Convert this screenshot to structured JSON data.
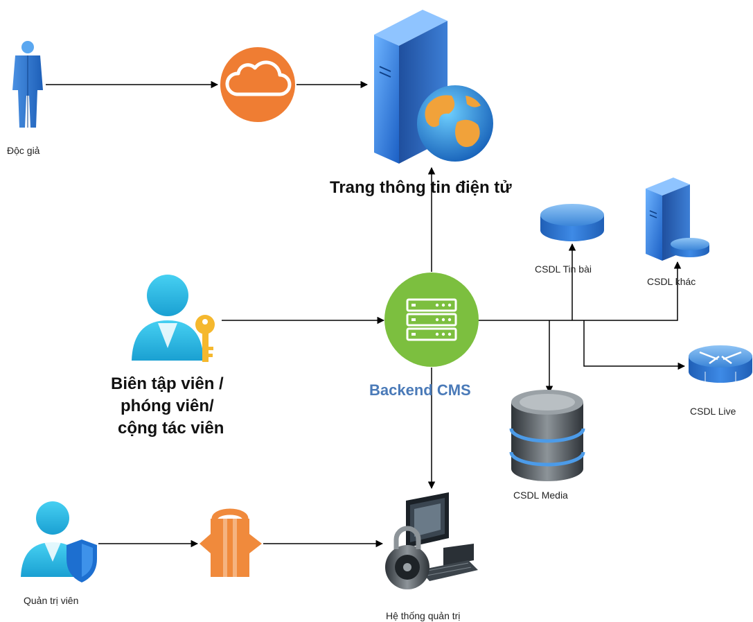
{
  "labels": {
    "reader": "Độc giả",
    "website": "Trang thông tin điện tử",
    "editor_line1": "Biên tập viên /",
    "editor_line2": "phóng viên/",
    "editor_line3": "cộng tác viên",
    "backend": "Backend CMS",
    "db_news": "CSDL Tin bài",
    "db_other": "CSDL khác",
    "db_live": "CSDL Live",
    "db_media": "CSDL Media",
    "admin": "Quản trị viên",
    "admin_system": "Hệ thống quản trị"
  },
  "colors": {
    "cloud_orange": "#ef7d33",
    "gateway_orange": "#f08a3c",
    "cms_green": "#7cbf3f",
    "cms_text": "#4a7ab8",
    "person_cyan": "#2bb6e0",
    "server_blue": "#2f7bd8"
  },
  "icons": {
    "reader": "person-icon",
    "cloud": "cloud-icon",
    "website": "web-server-globe-icon",
    "editor": "user-key-icon",
    "backend": "server-icon",
    "db_news": "database-disk-icon",
    "db_other": "server-database-icon",
    "db_live": "router-database-icon",
    "db_media": "database-cylinder-icon",
    "admin": "user-shield-icon",
    "gateway": "gateway-icon",
    "admin_system": "secure-computer-icon"
  }
}
